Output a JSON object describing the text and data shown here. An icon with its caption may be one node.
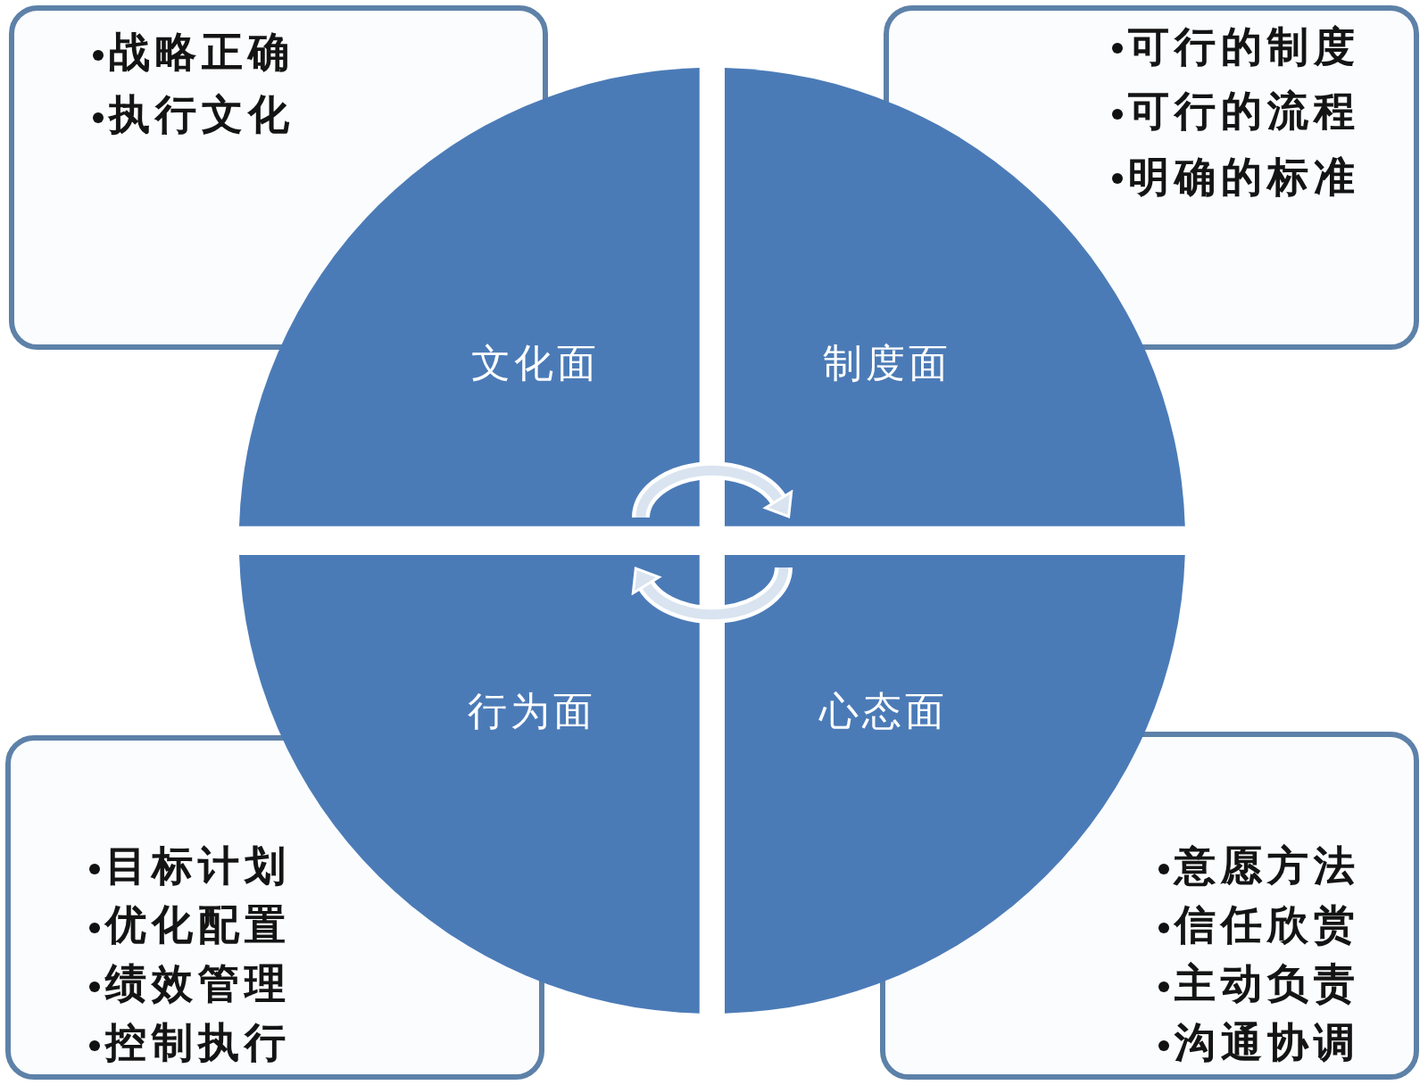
{
  "diagram": {
    "nodes": [
      {
        "text": [
          "战略正确",
          "执行文化"
        ]
      },
      {
        "text": [
          "可行的制度",
          "可行的流程",
          "明确的标准"
        ]
      },
      {
        "text": [
          "文化面"
        ]
      },
      {
        "text": [
          "制度面"
        ]
      },
      {
        "text": [
          "行为面"
        ]
      },
      {
        "text": [
          "心态面"
        ]
      },
      {
        "text": [
          "目标计划",
          "优化配置",
          "绩效管理",
          "控制执行"
        ]
      },
      {
        "text": [
          "意愿方法",
          "信任欣赏",
          "主动负责",
          "沟通协调"
        ]
      }
    ],
    "edges": [
      {
        "from": 2,
        "to": 3,
        "arrow": "to"
      },
      {
        "from": 5,
        "to": 4,
        "arrow": "to"
      }
    ]
  }
}
